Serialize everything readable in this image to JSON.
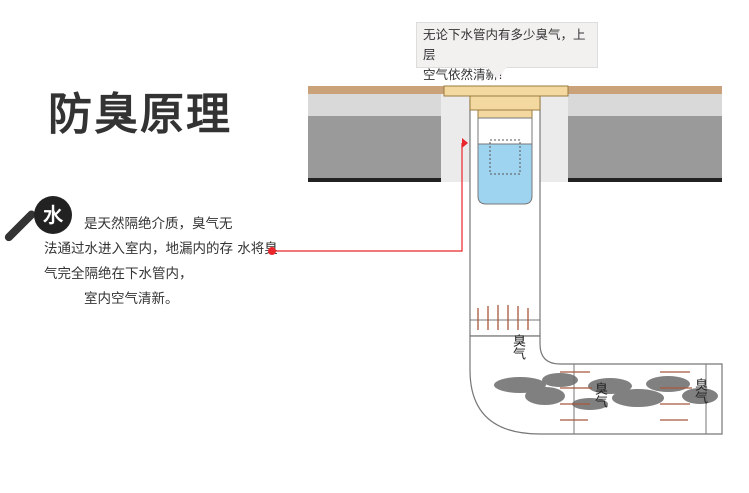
{
  "title": "防臭原理",
  "badge": "水",
  "description": {
    "line1": "是天然隔绝介质，臭气无",
    "line2": "法通过水进入室内，地漏内的存",
    "line3": "水将臭气完全隔绝在下水管内，",
    "line4": "室内空气清新。"
  },
  "callout": {
    "line1": "无论下水管内有多少臭气，上层",
    "line2": "空气依然清新!"
  },
  "gas_labels": [
    "臭气",
    "臭气",
    "臭气"
  ],
  "colors": {
    "accent": "#e8262b",
    "water": "#9fd4f0",
    "floor": "#9a9a9a",
    "tile": "#c9a27a",
    "drain": "#f3d9a0"
  }
}
